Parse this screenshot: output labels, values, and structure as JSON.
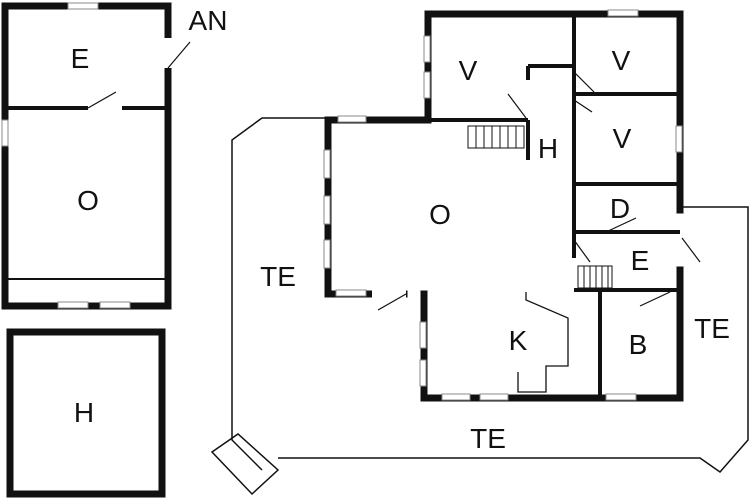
{
  "plan": {
    "labels": {
      "annex_entrance": "E",
      "annex_room": "O",
      "annex_door": "AN",
      "shed": "H",
      "bedroom_1": "V",
      "bedroom_2": "V",
      "bedroom_3": "V",
      "hall": "H",
      "living_room": "O",
      "shower": "D",
      "entrance": "E",
      "kitchen": "K",
      "bathroom": "B",
      "terrace_west": "TE",
      "terrace_east": "TE",
      "terrace_south": "TE"
    },
    "colors": {
      "wall": "#111111",
      "background": "#ffffff"
    }
  }
}
